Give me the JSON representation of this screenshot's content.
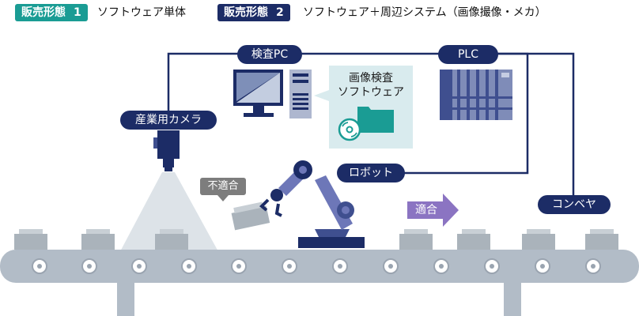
{
  "legend": {
    "item1": {
      "badge": "販売形態",
      "num": "1",
      "text": "ソフトウェア単体",
      "color": "#1a9c94"
    },
    "item2": {
      "badge": "販売形態",
      "num": "2",
      "text": "ソフトウェア＋周辺システム（画像撮像・メカ）",
      "color": "#1c2c66"
    }
  },
  "labels": {
    "inspection_pc": "検査PC",
    "plc": "PLC",
    "camera": "産業用カメラ",
    "robot": "ロボット",
    "conveyor": "コンベヤ",
    "software_line1": "画像検査",
    "software_line2": "ソフトウェア",
    "reject": "不適合",
    "accept": "適合"
  },
  "colors": {
    "navy": "#1c2c66",
    "teal": "#1a9c94",
    "panel": "#d9ebee",
    "belt": "#b2bcc7",
    "box": "#aab3bb",
    "robot": "#5a63a8",
    "accept_arrow": "#8b74c2",
    "reject_tag": "#7d7d7d"
  },
  "icons": [
    "monitor-icon",
    "pc-tower-icon",
    "folder-icon",
    "cd-disc-icon",
    "plc-unit-icon",
    "camera-icon",
    "robot-arm-icon",
    "conveyor-belt-icon"
  ]
}
